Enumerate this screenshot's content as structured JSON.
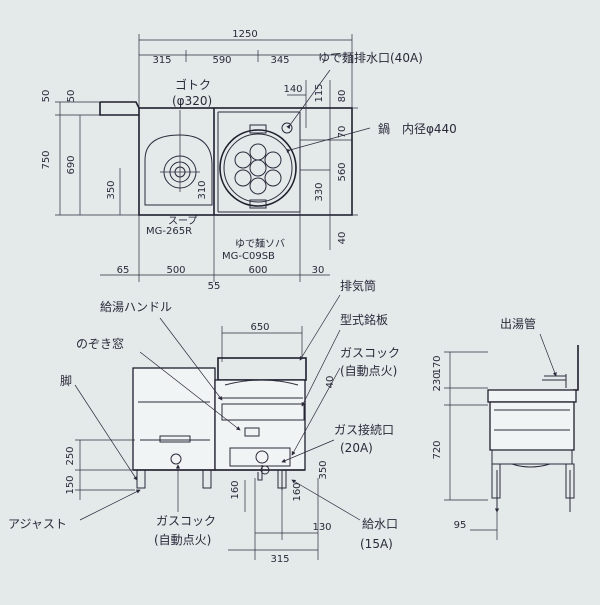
{
  "top_view": {
    "dim_total_width": "1250",
    "dim_w_315": "315",
    "dim_w_590": "590",
    "dim_w_345": "345",
    "dim_h_750": "750",
    "dim_h_50": "50",
    "dim_h_690": "690",
    "dim_h_350": "350",
    "dim_310": "310",
    "dim_140": "140",
    "dim_115": "115",
    "dim_80": "80",
    "dim_70": "70",
    "dim_560": "560",
    "dim_330": "330",
    "dim_40": "40",
    "dim_65": "65",
    "dim_500": "500",
    "dim_55": "55",
    "dim_600": "600",
    "dim_30": "30",
    "label_gotoku": "ゴトク",
    "label_gotoku_dia": "(φ320)",
    "label_drain": "ゆで麺排水口(40A)",
    "label_pot": "鍋　内径φ440",
    "label_soup": "スープ",
    "label_model_soup": "MG-265R",
    "label_noodle": "ゆで麺ソバ",
    "label_model_noodle": "MG-C09SB"
  },
  "front_view": {
    "dim_650": "650",
    "dim_40": "40",
    "dim_250": "250",
    "dim_150": "150",
    "dim_160a": "160",
    "dim_160b": "160",
    "dim_350": "350",
    "dim_130": "130",
    "dim_315": "315",
    "label_hot_water_handle": "給湯ハンドル",
    "label_peep_window": "のぞき窓",
    "label_leg": "脚",
    "label_adjuster": "アジャスト",
    "label_gas_cock_bottom": "ガスコック",
    "label_auto_ignition_bottom": "(自動点火)",
    "label_exhaust": "排気筒",
    "label_nameplate": "型式銘板",
    "label_gas_cock_right": "ガスコック",
    "label_auto_ignition_right": "(自動点火)",
    "label_gas_connection": "ガス接続口",
    "label_gas_connection_size": "(20A)",
    "label_water_inlet": "給水口",
    "label_water_inlet_size": "(15A)"
  },
  "side_view": {
    "label_outlet_pipe": "出湯管",
    "dim_170": "170",
    "dim_230": "230",
    "dim_720": "720",
    "dim_95": "95"
  }
}
